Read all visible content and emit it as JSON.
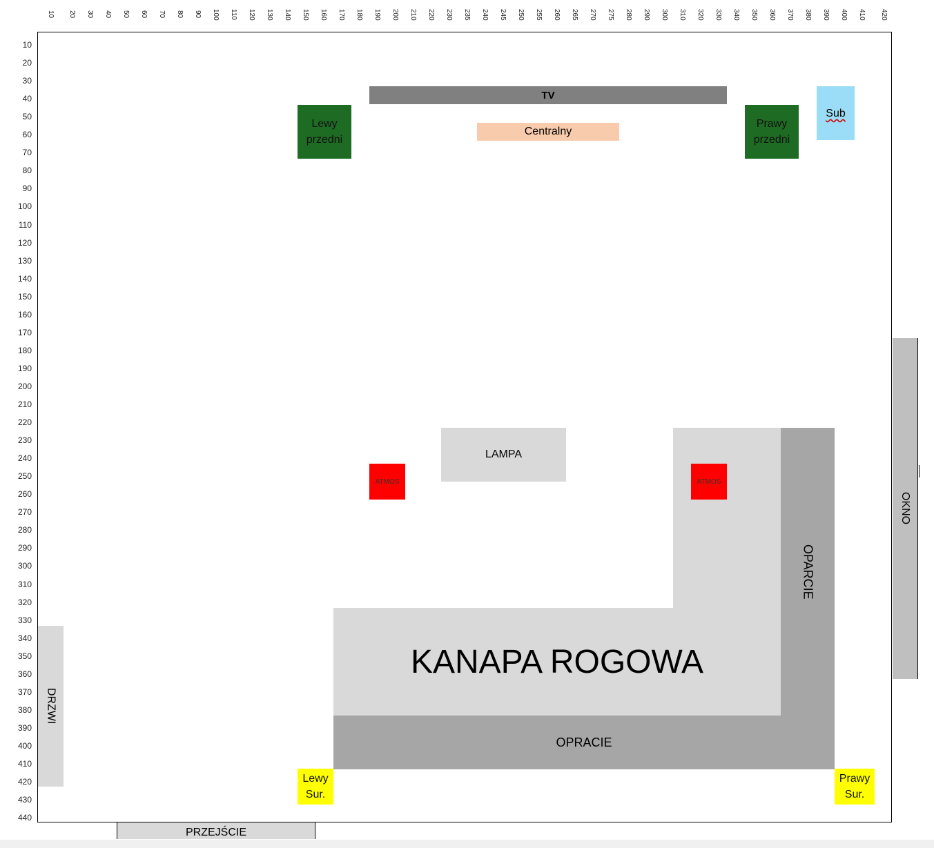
{
  "ruler": {
    "columns": [
      "10",
      "20",
      "30",
      "40",
      "50",
      "60",
      "70",
      "80",
      "90",
      "100",
      "110",
      "120",
      "130",
      "140",
      "150",
      "160",
      "170",
      "180",
      "190",
      "200",
      "210",
      "220",
      "230",
      "235",
      "240",
      "245",
      "250",
      "255",
      "260",
      "265",
      "270",
      "275",
      "280",
      "290",
      "300",
      "310",
      "320",
      "330",
      "340",
      "350",
      "360",
      "370",
      "380",
      "390",
      "400",
      "410",
      "420"
    ],
    "rows": [
      "10",
      "20",
      "30",
      "40",
      "50",
      "60",
      "70",
      "80",
      "90",
      "100",
      "110",
      "120",
      "130",
      "140",
      "150",
      "160",
      "170",
      "180",
      "190",
      "200",
      "210",
      "220",
      "230",
      "240",
      "250",
      "260",
      "270",
      "280",
      "290",
      "300",
      "310",
      "320",
      "330",
      "340",
      "350",
      "360",
      "370",
      "380",
      "390",
      "400",
      "410",
      "420",
      "430",
      "440"
    ]
  },
  "items": {
    "tv": "TV",
    "front_left": [
      "Lewy",
      "przedni"
    ],
    "center": "Centralny",
    "front_right": [
      "Prawy",
      "przedni"
    ],
    "sub": "Sub",
    "lamp": "LAMPA",
    "atmos_left": "ATMOS",
    "atmos_right": "ATMOS",
    "sofa": "KANAPA ROGOWA",
    "backrest_side": "OPARCIE",
    "backrest_bottom": "OPRACIE",
    "window": "OKNO",
    "door": "DRZWI",
    "surround_left": [
      "Lewy",
      "Sur."
    ],
    "surround_right": [
      "Prawy",
      "Sur."
    ],
    "passage": "PRZEJŚCIE"
  },
  "colors": {
    "speaker_front": "#1e6b24",
    "speaker_surround": "#ffff00",
    "atmos": "#ff0000",
    "tv": "#808080",
    "center": "#f8cbad",
    "sub": "#9bdcf6",
    "furniture_light": "#d9d9d9",
    "furniture_dark": "#a6a6a6",
    "window": "#bfbfbf"
  }
}
